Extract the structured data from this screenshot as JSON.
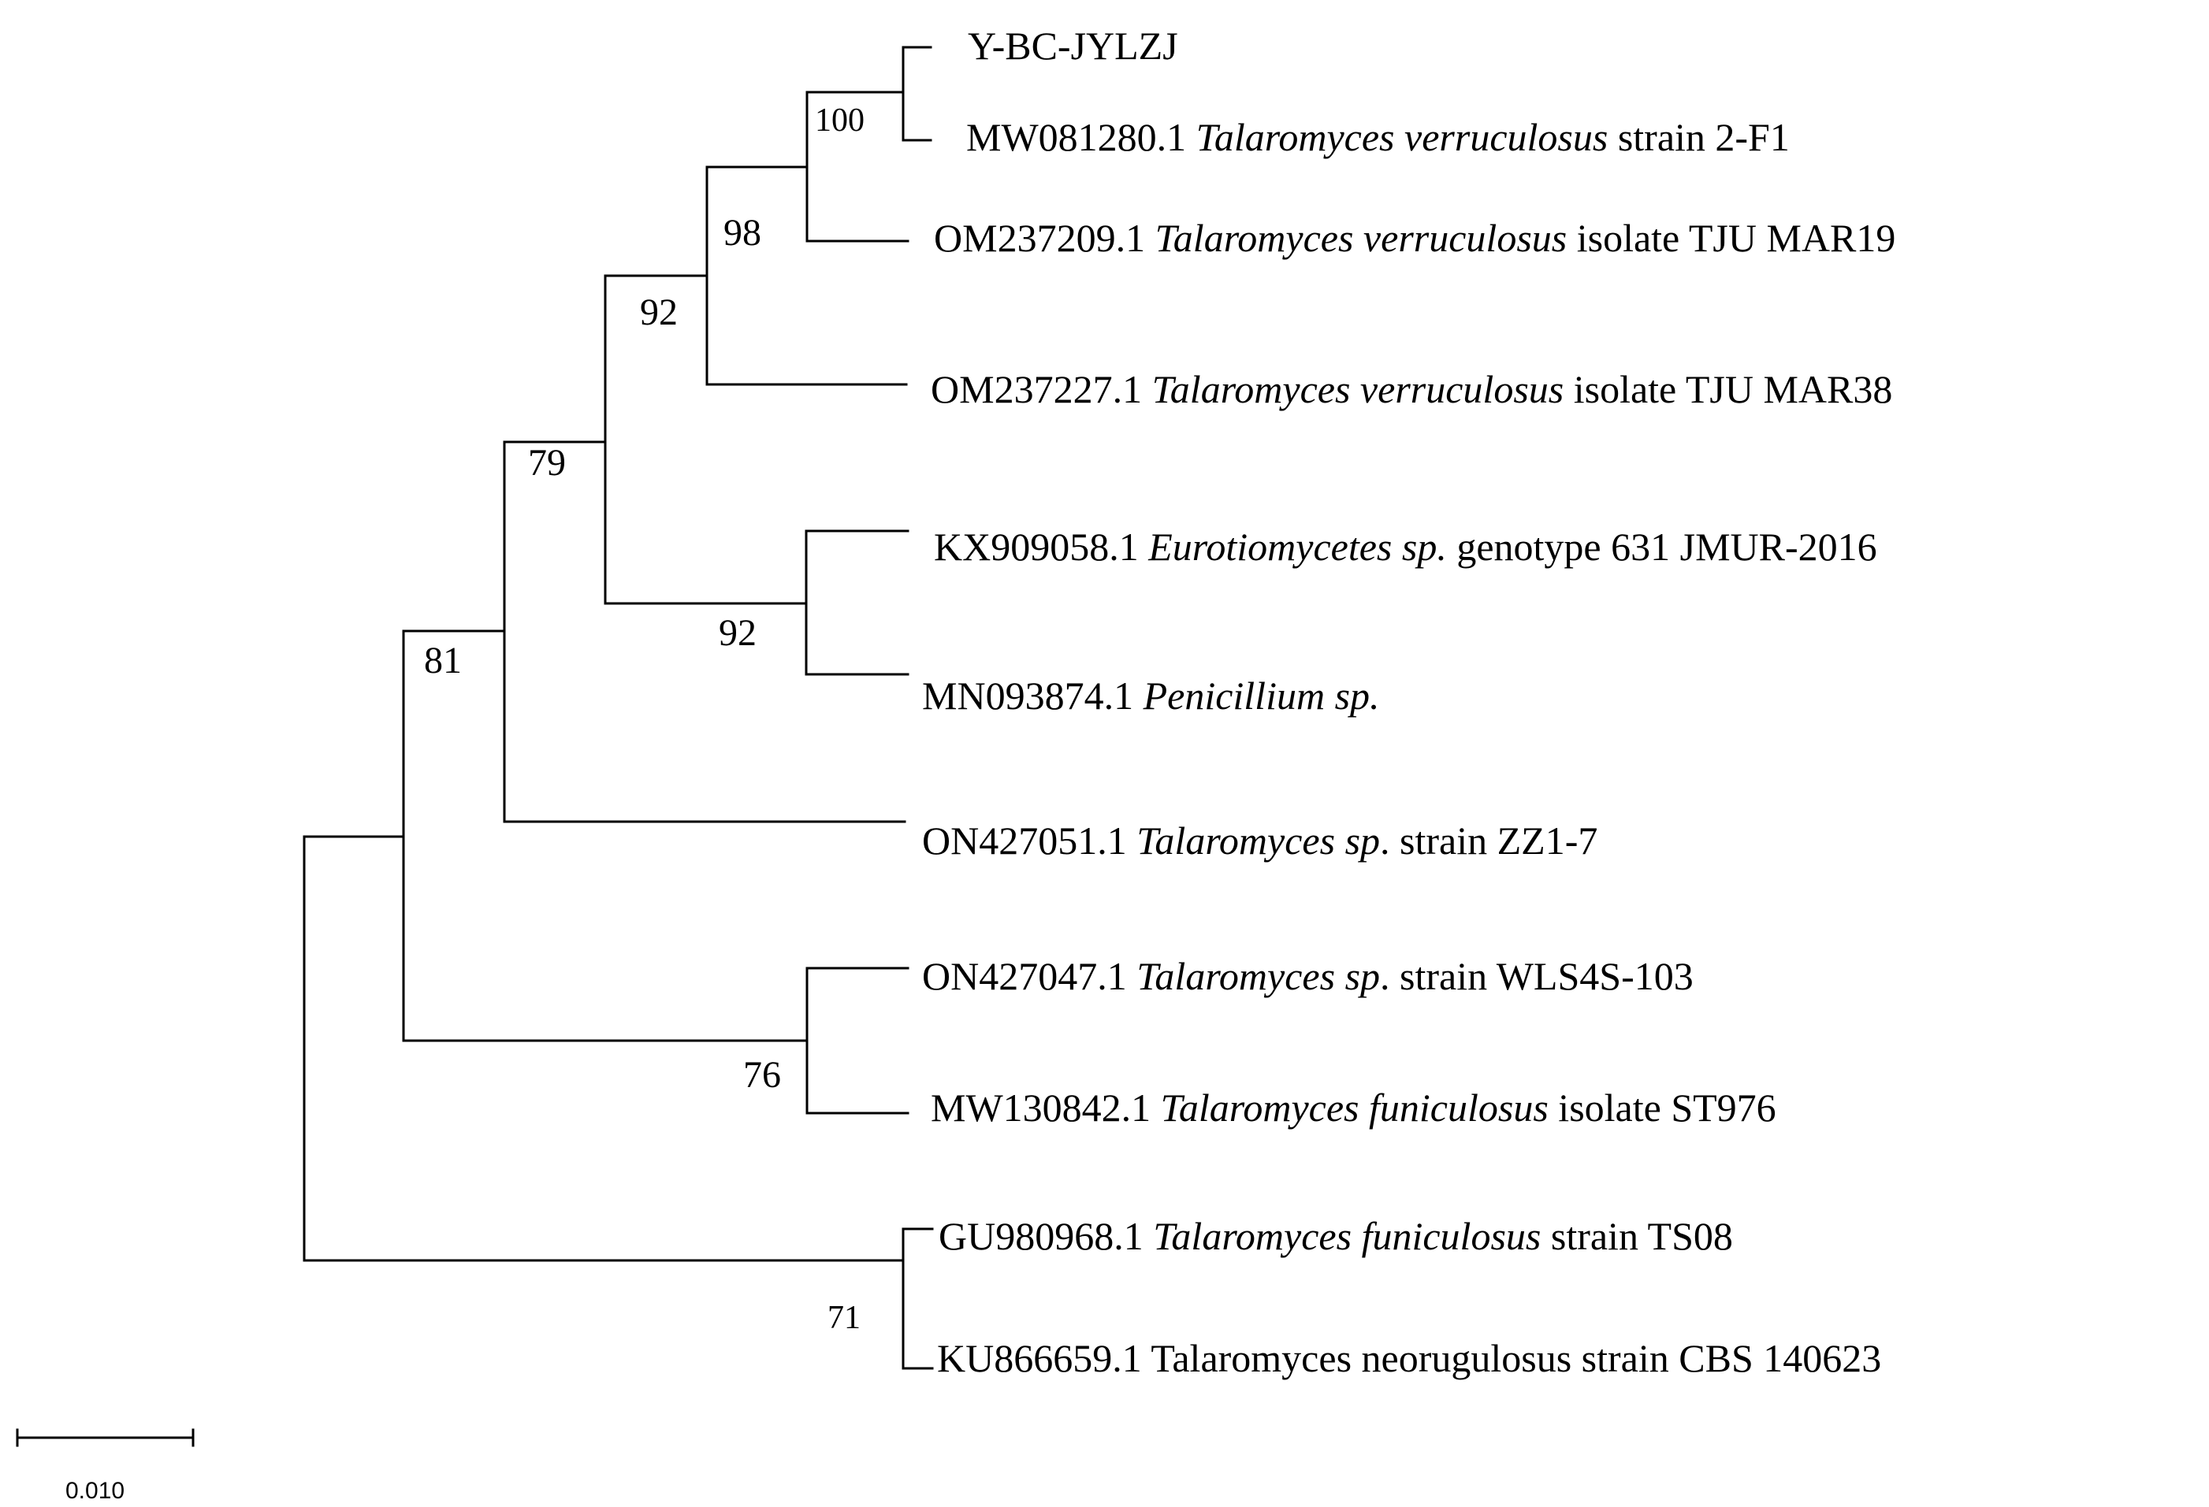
{
  "tree": {
    "leaves": [
      {
        "id": "L1",
        "prefix": "Y-BC-JYLZJ",
        "species": "",
        "suffix": ""
      },
      {
        "id": "L2",
        "prefix": "MW081280.1 ",
        "species": "Talaromyces verruculosus",
        "suffix": " strain 2-F1"
      },
      {
        "id": "L3",
        "prefix": "OM237209.1 ",
        "species": "Talaromyces verruculosus",
        "suffix": " isolate TJU MAR19"
      },
      {
        "id": "L4",
        "prefix": "OM237227.1 ",
        "species": "Talaromyces verruculosus",
        "suffix": " isolate TJU MAR38"
      },
      {
        "id": "L5",
        "prefix": "KX909058.1 ",
        "species": "Eurotiomycetes sp.",
        "suffix": " genotype 631 JMUR-2016"
      },
      {
        "id": "L6",
        "prefix": "MN093874.1 ",
        "species": "Penicillium sp.",
        "suffix": ""
      },
      {
        "id": "L7",
        "prefix": "ON427051.1 ",
        "species": "Talaromyces sp",
        "suffix": ". strain ZZ1-7"
      },
      {
        "id": "L8",
        "prefix": "ON427047.1 ",
        "species": "Talaromyces sp",
        "suffix": ". strain WLS4S-103"
      },
      {
        "id": "L9",
        "prefix": "MW130842.1 ",
        "species": "Talaromyces funiculosus",
        "suffix": " isolate ST976"
      },
      {
        "id": "L10",
        "prefix": "GU980968.1 ",
        "species": "Talaromyces funiculosus",
        "suffix": " strain TS08"
      },
      {
        "id": "L11",
        "prefix": "KU866659.1 Talaromyces neorugulosus strain CBS  140623",
        "species": "",
        "suffix": ""
      }
    ],
    "bootstrap_values": {
      "node_L1_L2": "100",
      "node_A_L3": "98",
      "node_B_L4": "92",
      "node_L5_L6": "92",
      "node_C_D": "79",
      "node_E_L7": "81",
      "node_L8_L9": "76",
      "node_L10_L11": "71"
    },
    "scale_bar_label": "0.010"
  }
}
